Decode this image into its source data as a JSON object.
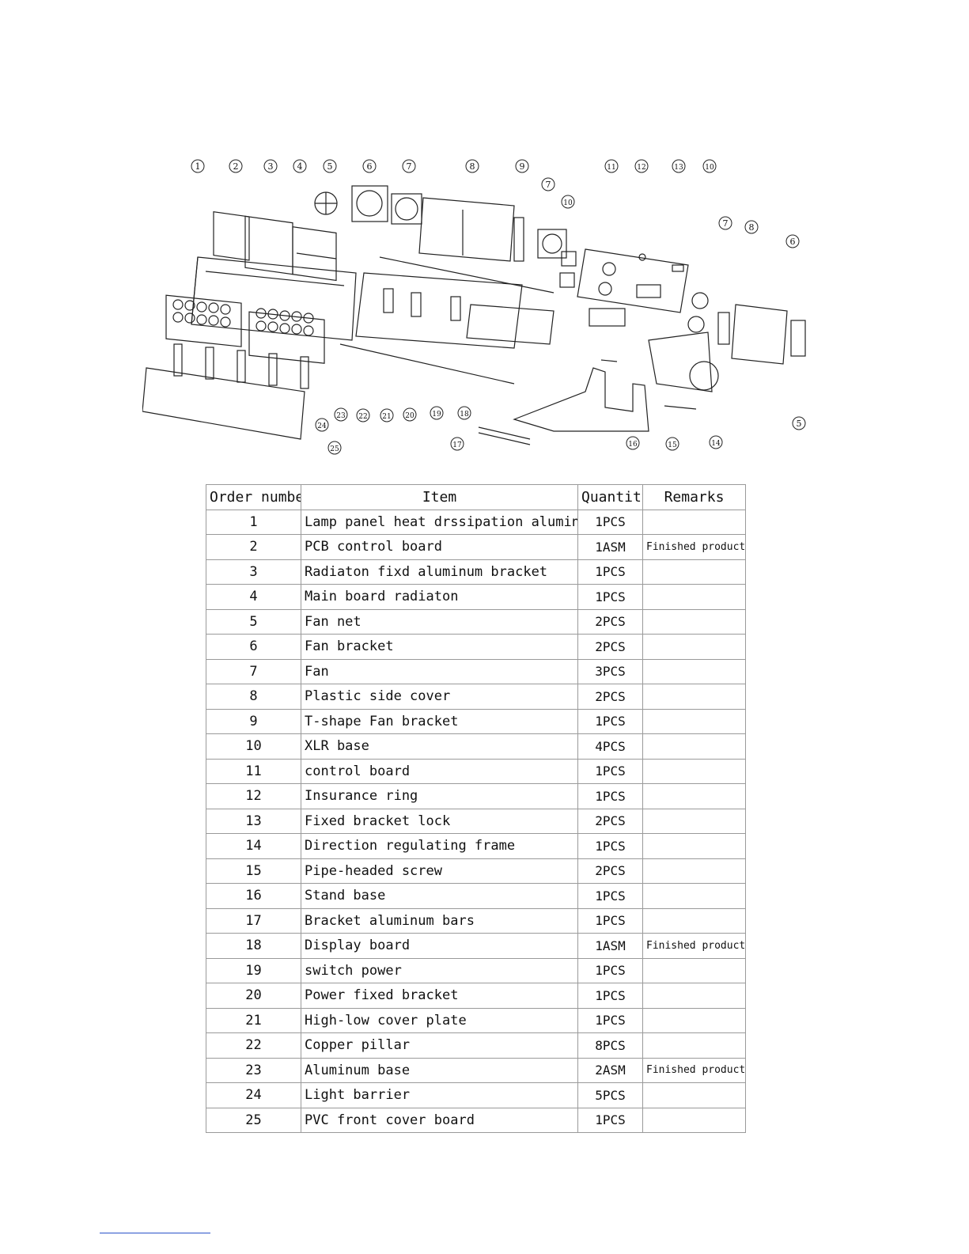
{
  "diagram": {
    "callouts": [
      {
        "n": "1"
      },
      {
        "n": "2"
      },
      {
        "n": "3"
      },
      {
        "n": "4"
      },
      {
        "n": "5"
      },
      {
        "n": "6"
      },
      {
        "n": "7"
      },
      {
        "n": "8"
      },
      {
        "n": "9"
      },
      {
        "n": "7"
      },
      {
        "n": "10"
      },
      {
        "n": "11"
      },
      {
        "n": "12"
      },
      {
        "n": "13"
      },
      {
        "n": "10"
      },
      {
        "n": "7"
      },
      {
        "n": "8"
      },
      {
        "n": "6"
      },
      {
        "n": "5"
      },
      {
        "n": "14"
      },
      {
        "n": "15"
      },
      {
        "n": "16"
      },
      {
        "n": "17"
      },
      {
        "n": "18"
      },
      {
        "n": "19"
      },
      {
        "n": "20"
      },
      {
        "n": "21"
      },
      {
        "n": "22"
      },
      {
        "n": "23"
      },
      {
        "n": "24"
      },
      {
        "n": "25"
      }
    ]
  },
  "table": {
    "headers": [
      "Order number",
      "Item",
      "Quantity",
      "Remarks"
    ],
    "rows": [
      {
        "order": "1",
        "item": "Lamp panel heat drssipation aluminum",
        "qty": "1PCS",
        "remarks": ""
      },
      {
        "order": "2",
        "item": "PCB control board",
        "qty": "1ASM",
        "remarks": "Finished product"
      },
      {
        "order": "3",
        "item": "Radiaton fixd aluminum bracket",
        "qty": "1PCS",
        "remarks": ""
      },
      {
        "order": "4",
        "item": " Main board radiaton",
        "qty": "1PCS",
        "remarks": ""
      },
      {
        "order": "5",
        "item": "Fan net",
        "qty": "2PCS",
        "remarks": ""
      },
      {
        "order": "6",
        "item": " Fan bracket",
        "qty": "2PCS",
        "remarks": ""
      },
      {
        "order": "7",
        "item": " Fan",
        "qty": "3PCS",
        "remarks": ""
      },
      {
        "order": "8",
        "item": " Plastic side cover",
        "qty": "2PCS",
        "remarks": ""
      },
      {
        "order": "9",
        "item": " T-shape Fan bracket",
        "qty": "1PCS",
        "remarks": ""
      },
      {
        "order": "10",
        "item": " XLR base",
        "qty": "4PCS",
        "remarks": ""
      },
      {
        "order": "11",
        "item": " control board",
        "qty": "1PCS",
        "remarks": ""
      },
      {
        "order": "12",
        "item": " Insurance ring",
        "qty": "1PCS",
        "remarks": ""
      },
      {
        "order": "13",
        "item": " Fixed bracket lock",
        "qty": "2PCS",
        "remarks": ""
      },
      {
        "order": "14",
        "item": " Direction regulating frame",
        "qty": "1PCS",
        "remarks": ""
      },
      {
        "order": "15",
        "item": "Pipe-headed screw",
        "qty": "2PCS",
        "remarks": ""
      },
      {
        "order": "16",
        "item": " Stand base",
        "qty": "1PCS",
        "remarks": ""
      },
      {
        "order": "17",
        "item": " Bracket aluminum bars",
        "qty": "1PCS",
        "remarks": ""
      },
      {
        "order": "18",
        "item": " Display board",
        "qty": "1ASM",
        "remarks": "Finished product"
      },
      {
        "order": "19",
        "item": " switch power",
        "qty": "1PCS",
        "remarks": ""
      },
      {
        "order": "20",
        "item": " Power fixed bracket",
        "qty": "1PCS",
        "remarks": ""
      },
      {
        "order": "21",
        "item": " High-low cover plate",
        "qty": "1PCS",
        "remarks": ""
      },
      {
        "order": "22",
        "item": " Copper pillar",
        "qty": "8PCS",
        "remarks": ""
      },
      {
        "order": "23",
        "item": " Aluminum base",
        "qty": "2ASM",
        "remarks": "Finished product"
      },
      {
        "order": "24",
        "item": " Light barrier",
        "qty": "5PCS",
        "remarks": ""
      },
      {
        "order": "25",
        "item": " PVC front cover board",
        "qty": "1PCS",
        "remarks": ""
      }
    ]
  }
}
